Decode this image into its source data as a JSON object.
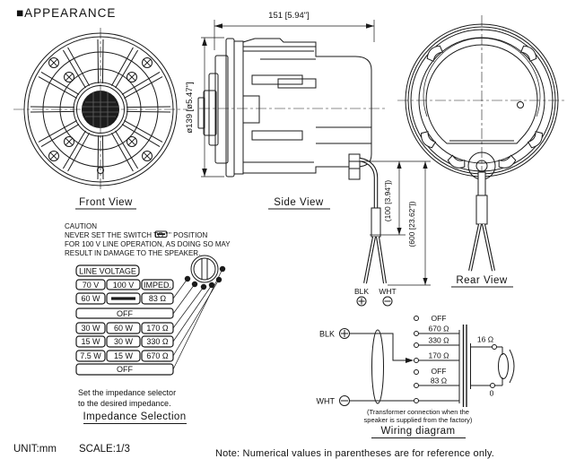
{
  "title": "■APPEARANCE",
  "front_view": {
    "label": "Front View"
  },
  "side_view": {
    "label": "Side View",
    "width_dim": "151 [5.94\"]",
    "diameter_dim": "ø139 [ø5.47\"]"
  },
  "rear_view": {
    "label": "Rear View"
  },
  "cable": {
    "dim_100": "(100 [3.94\"])",
    "dim_600": "(600 [23.62\"])",
    "blk_label": "BLK",
    "wht_label": "WHT"
  },
  "caution": {
    "heading": "CAUTION",
    "line1a": "NEVER SET THE SWITCH TO \"",
    "line1b": "\" POSITION",
    "line2": "FOR 100 V LINE OPERATION, AS DOING SO MAY",
    "line3": "RESULT IN DAMAGE TO THE SPEAKER."
  },
  "impedance": {
    "header": "LINE VOLTAGE",
    "rows": [
      [
        "70 V",
        "100 V",
        "IMPED."
      ],
      [
        "60 W",
        "",
        "83 Ω"
      ],
      [
        "OFF"
      ],
      [
        "30 W",
        "60 W",
        "170 Ω"
      ],
      [
        "15 W",
        "30 W",
        "330 Ω"
      ],
      [
        "7.5 W",
        "15 W",
        "670 Ω"
      ],
      [
        "OFF"
      ]
    ],
    "note_line1": "Set the impedance selector",
    "note_line2": "to the desired impedance.",
    "title": "Impedance Selection"
  },
  "wiring": {
    "blk_label": "BLK",
    "wht_label": "WHT",
    "taps": [
      "OFF",
      "670 Ω",
      "330 Ω",
      "170 Ω",
      "OFF",
      "83 Ω"
    ],
    "secondary_top": "16 Ω",
    "secondary_bottom": "0",
    "note_line1": "(Transformer connection when the",
    "note_line2": "speaker is supplied from the factory)",
    "title": "Wiring diagram"
  },
  "footer": {
    "unit": "UNIT:mm",
    "scale": "SCALE:1/3",
    "note": "Note: Numerical values in parentheses are for reference only."
  }
}
